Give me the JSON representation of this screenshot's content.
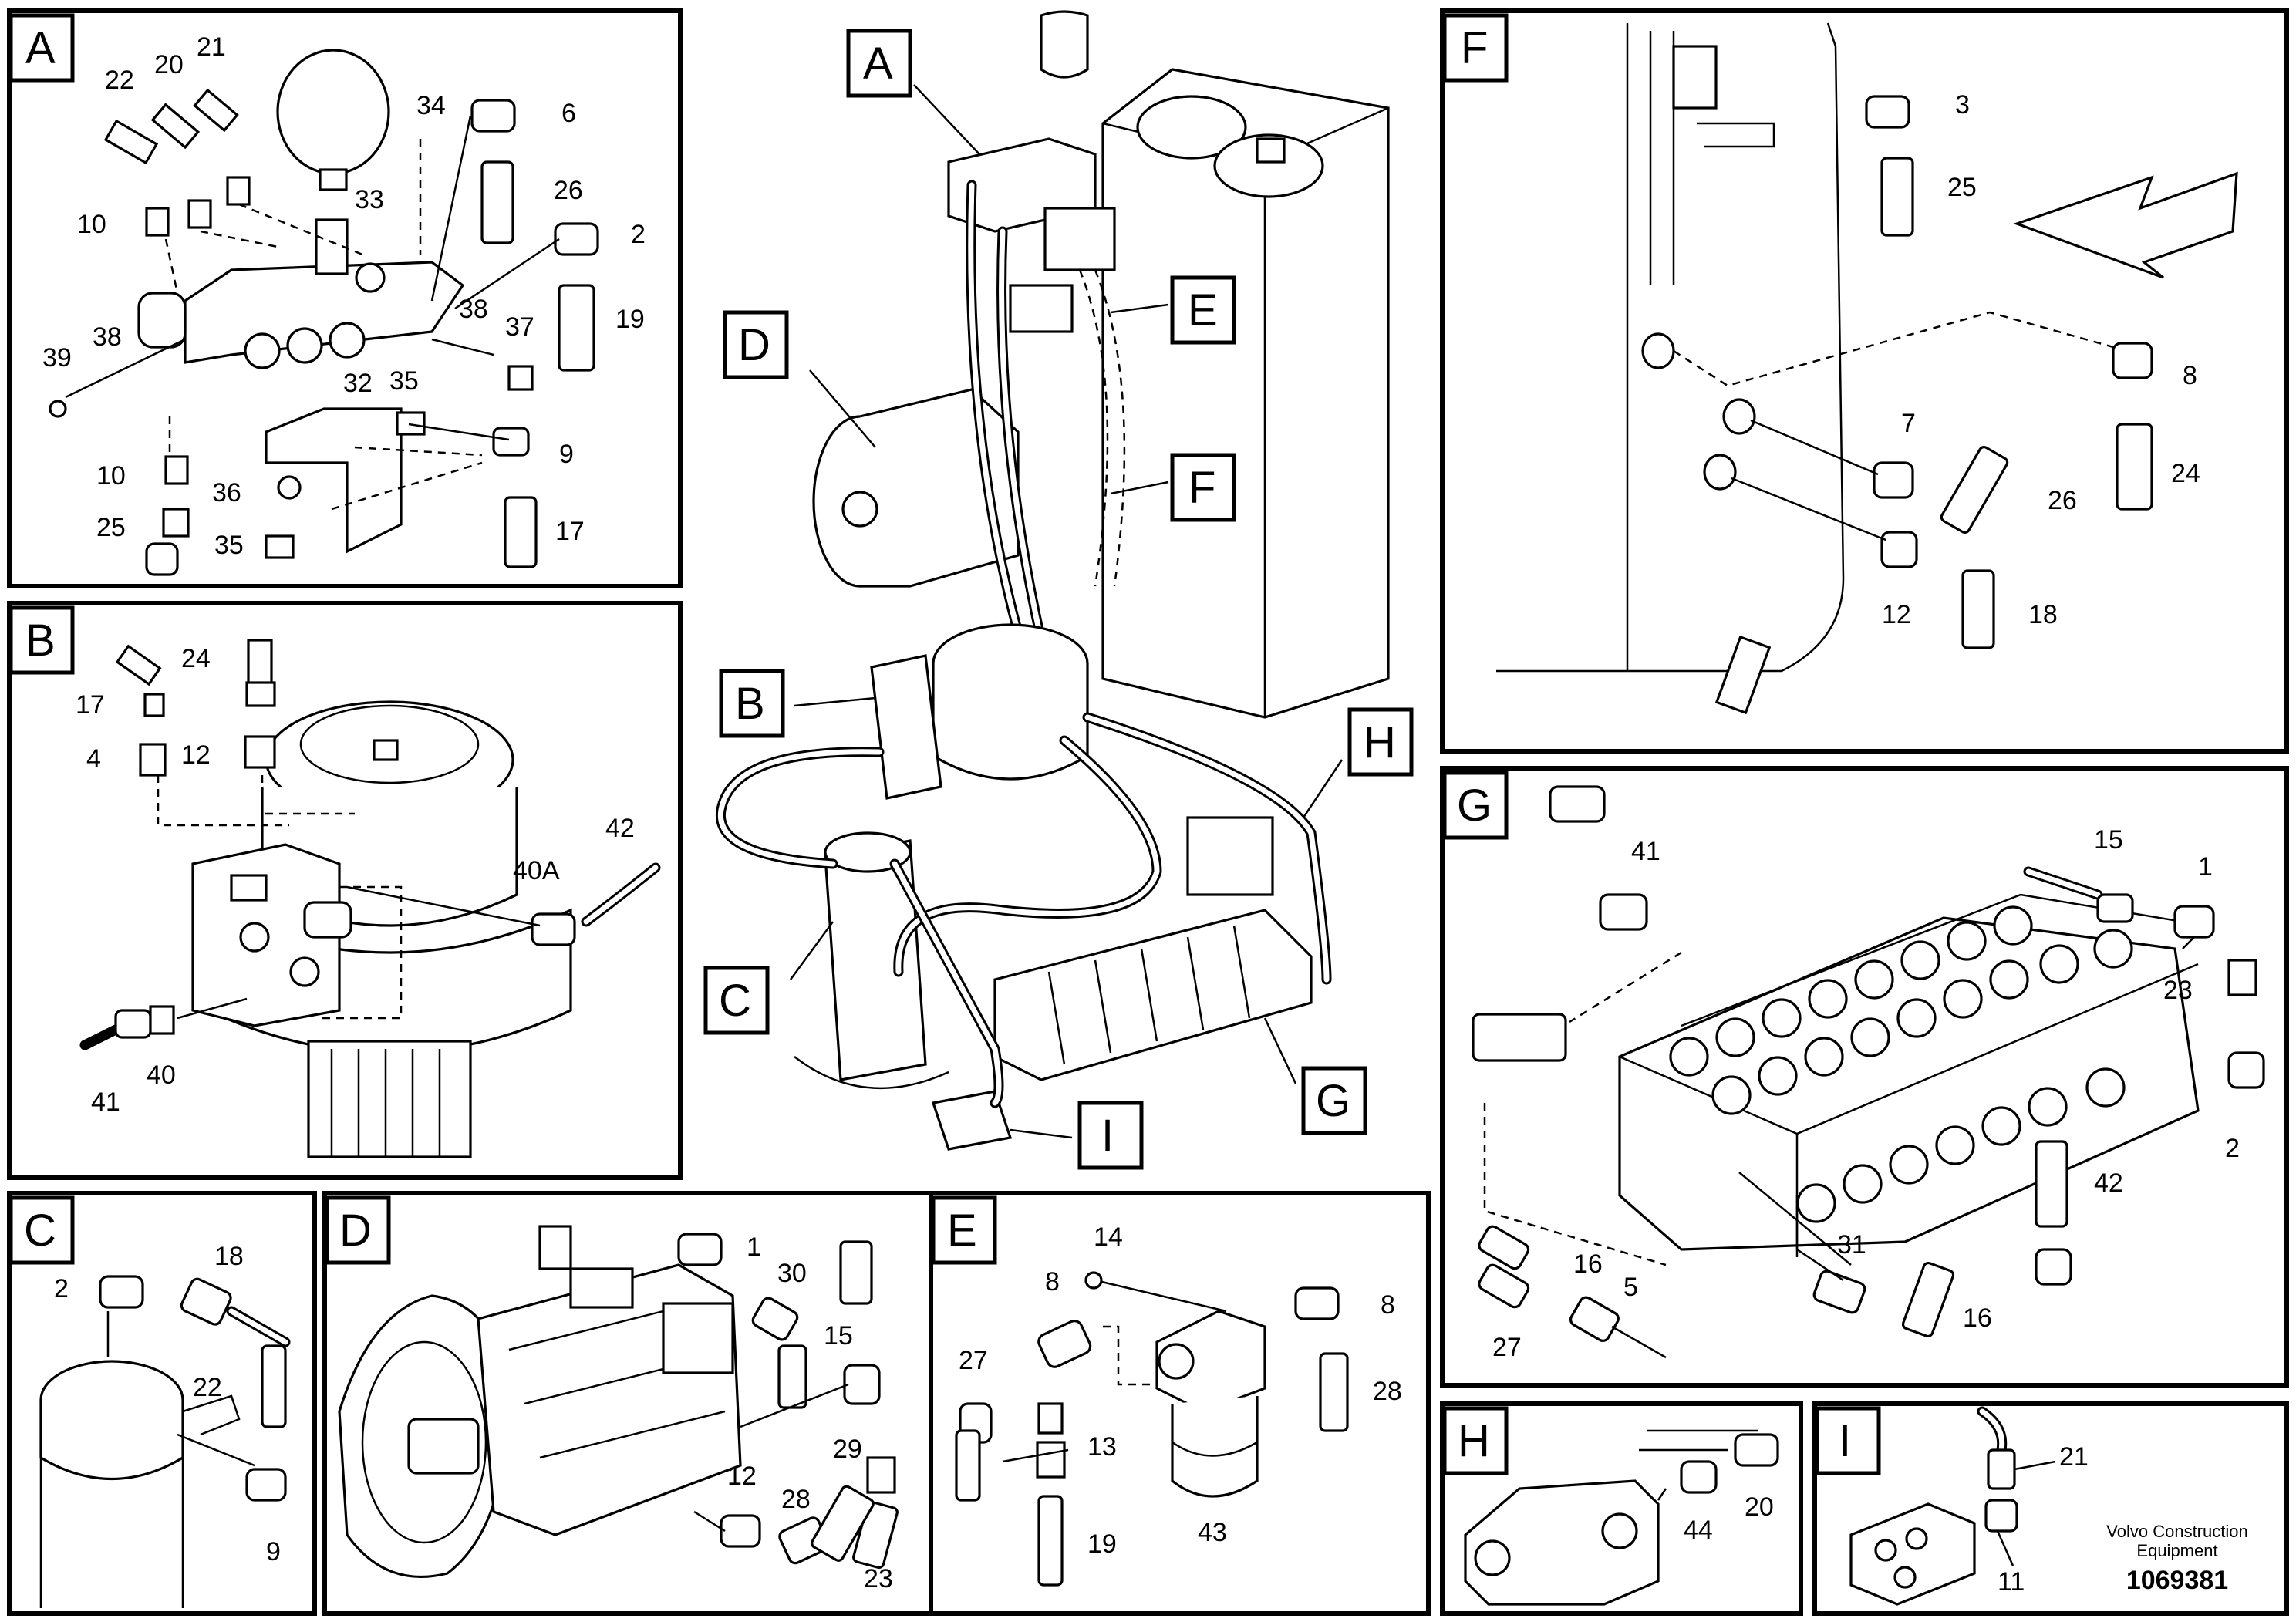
{
  "title": "",
  "overview": {
    "labels": [
      "A",
      "B",
      "C",
      "D",
      "E",
      "F",
      "G",
      "H",
      "I"
    ]
  },
  "sections": {
    "A": {
      "label": "A",
      "callouts": [
        "22",
        "20",
        "21",
        "34",
        "6",
        "10",
        "33",
        "26",
        "2",
        "19",
        "39",
        "38",
        "38",
        "37",
        "32",
        "35",
        "9",
        "10",
        "36",
        "25",
        "35",
        "17"
      ]
    },
    "B": {
      "label": "B",
      "callouts": [
        "17",
        "24",
        "4",
        "12",
        "42",
        "40A",
        "41",
        "40"
      ]
    },
    "C": {
      "label": "C",
      "callouts": [
        "18",
        "2",
        "22",
        "9"
      ]
    },
    "D": {
      "label": "D",
      "callouts": [
        "1",
        "30",
        "15",
        "29",
        "12",
        "28",
        "23"
      ]
    },
    "E": {
      "label": "E",
      "callouts": [
        "14",
        "8",
        "8",
        "27",
        "13",
        "28",
        "43",
        "19"
      ]
    },
    "F": {
      "label": "F",
      "callouts": [
        "3",
        "25",
        "8",
        "7",
        "24",
        "26",
        "12",
        "18"
      ]
    },
    "G": {
      "label": "G",
      "callouts": [
        "41",
        "15",
        "1",
        "23",
        "2",
        "42",
        "16",
        "5",
        "31",
        "16",
        "27"
      ]
    },
    "H": {
      "label": "H",
      "callouts": [
        "44",
        "20"
      ]
    },
    "I": {
      "label": "I",
      "callouts": [
        "21",
        "11"
      ]
    }
  },
  "footer": {
    "line1": "Volvo Construction",
    "line2": "Equipment",
    "number": "1069381"
  }
}
